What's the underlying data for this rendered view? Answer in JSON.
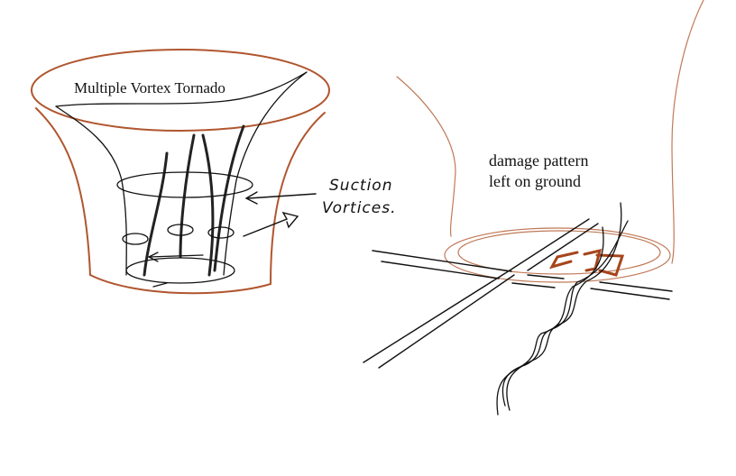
{
  "left_diagram": {
    "title": "Multiple Vortex Tornado",
    "annotation_line1": "Suction",
    "annotation_line2": "Vortices."
  },
  "right_diagram": {
    "caption_line1": "damage pattern",
    "caption_line2": "left on ground"
  },
  "colors": {
    "pencil_brown": "#b0562f",
    "ink": "#111111",
    "damage": "#a6451c"
  }
}
